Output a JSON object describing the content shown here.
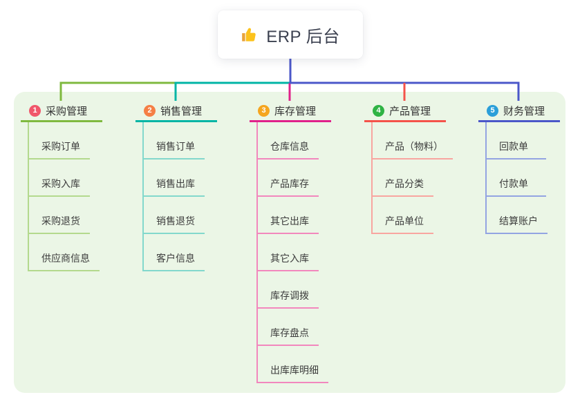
{
  "root": {
    "label": "ERP 后台",
    "icon": "thumbs-up",
    "line_color": "#4b57c9"
  },
  "canvas": {
    "background": "#ffffff",
    "panel_background": "#ebf6e6"
  },
  "branches": [
    {
      "badge": "1",
      "title": "采购管理",
      "badge_color": "#f0566a",
      "line_color": "#7fb93f",
      "child_line_color": "#b3d98d",
      "children": [
        "采购订单",
        "采购入库",
        "采购退货",
        "供应商信息"
      ]
    },
    {
      "badge": "2",
      "title": "销售管理",
      "badge_color": "#f57f45",
      "line_color": "#00b5a5",
      "child_line_color": "#82d8cc",
      "children": [
        "销售订单",
        "销售出库",
        "销售退货",
        "客户信息"
      ]
    },
    {
      "badge": "3",
      "title": "库存管理",
      "badge_color": "#f5a51f",
      "line_color": "#e0218a",
      "child_line_color": "#f287bd",
      "children": [
        "仓库信息",
        "产品库存",
        "其它出库",
        "其它入库",
        "库存调拨",
        "库存盘点",
        "出库库明细"
      ]
    },
    {
      "badge": "4",
      "title": "产品管理",
      "badge_color": "#2fb344",
      "line_color": "#f4524a",
      "child_line_color": "#f8a5a0",
      "children": [
        "产品（物料）",
        "产品分类",
        "产品单位"
      ]
    },
    {
      "badge": "5",
      "title": "财务管理",
      "badge_color": "#2b9fd9",
      "line_color": "#4b57c9",
      "child_line_color": "#93a4e2",
      "children": [
        "回款单",
        "付款单",
        "结算账户"
      ]
    }
  ]
}
